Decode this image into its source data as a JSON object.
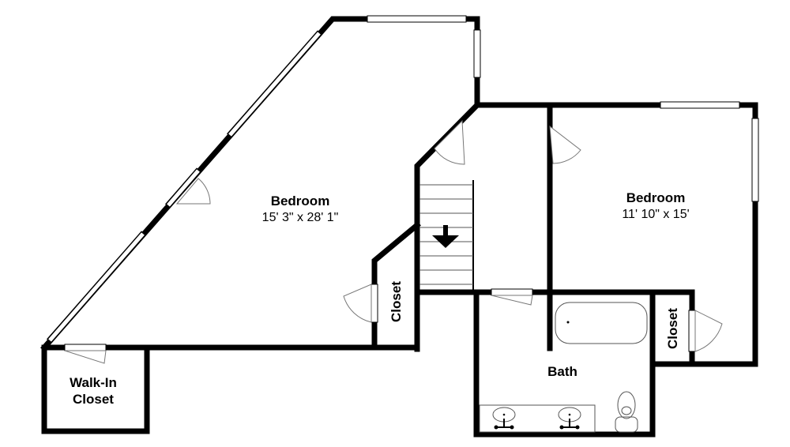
{
  "floor_plan": {
    "rooms": [
      {
        "id": "bedroom-large",
        "name": "Bedroom",
        "dimensions": "15' 3\" x 28' 1\""
      },
      {
        "id": "bedroom-right",
        "name": "Bedroom",
        "dimensions": "11' 10\" x 15'"
      },
      {
        "id": "walk-in-closet",
        "name_line1": "Walk-In",
        "name_line2": "Closet"
      },
      {
        "id": "closet-left",
        "name": "Closet"
      },
      {
        "id": "closet-right",
        "name": "Closet"
      },
      {
        "id": "bath",
        "name": "Bath"
      }
    ],
    "stairs": {
      "direction": "down",
      "tread_count": 8
    },
    "colors": {
      "wall": "#000000",
      "background": "#ffffff",
      "fixture_line": "#555555"
    }
  }
}
